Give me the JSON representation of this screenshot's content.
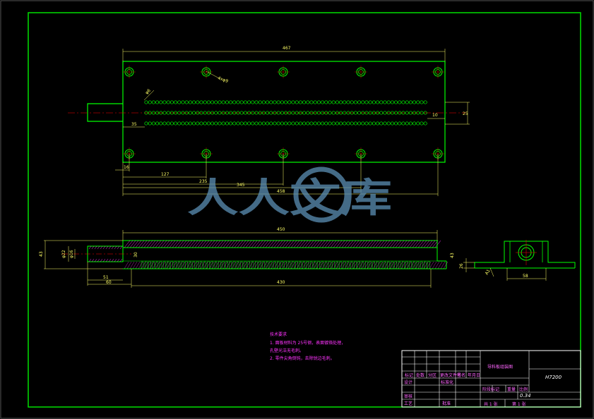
{
  "drawing": {
    "watermark": "人人文库",
    "plan_view": {
      "dims": {
        "overall": "467",
        "bolt_hole_label": "4xφ9",
        "hole_callout": "φ6",
        "right_offset": "10",
        "right_height": "25",
        "left_offset": "35",
        "x1": "16",
        "x2": "127",
        "x3": "235",
        "x4": "345",
        "x5": "458"
      }
    },
    "section_view": {
      "dims": {
        "top_length": "450",
        "bottom_length": "430",
        "total_height": "43",
        "shaft_dia": "φ22",
        "shaft_dia2": "φ16",
        "inner_height": "30",
        "right_height": "43",
        "shaft_len1": "51",
        "shaft_len2": "60"
      }
    },
    "side_view": {
      "dims": {
        "width": "58",
        "height": "26",
        "callout": "A1"
      }
    },
    "tech_notes": {
      "title": "技术要求",
      "lines": [
        "1. 面板材料为 25号钢，表面镀铬处理，",
        "   孔壁光洁无毛刺。",
        "2. 零件尖角倒钝，去除锐边毛刺。"
      ]
    },
    "title_block": {
      "part_name": "导料板组装图",
      "drawing_number": "H7200",
      "scale_label": "比例",
      "scale_value": "0.34",
      "weight_label": "重量",
      "stage_label": "阶段标记",
      "sheets_total": "共 1 张",
      "sheet_no": "第 1 张",
      "rows": [
        "标记",
        "处数",
        "分区",
        "更改文件号",
        "签名",
        "年月日"
      ],
      "roles": [
        "设计",
        "标准化",
        "审核",
        "工艺",
        "批准"
      ]
    }
  },
  "colors": {
    "border": "#00e000",
    "outline": "#00ff00",
    "dimension": "#ffff66",
    "center": "#ff0000",
    "hatch": "#ff33ff",
    "watermark": "#5b8fb5"
  }
}
